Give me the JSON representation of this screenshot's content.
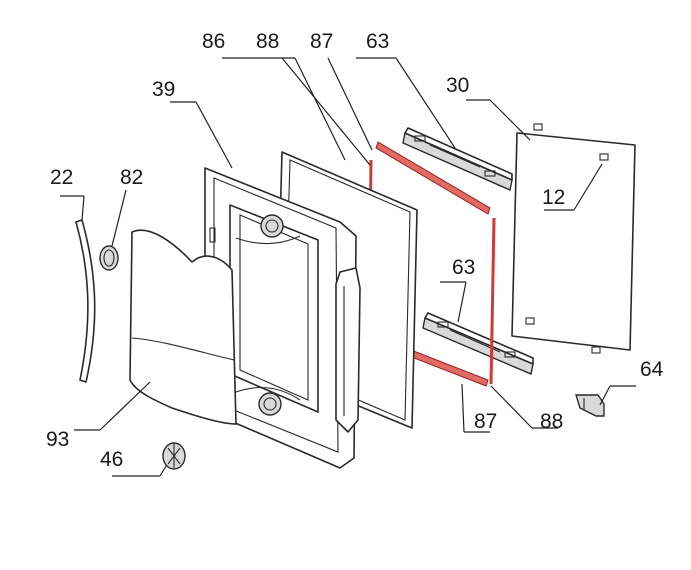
{
  "labels": {
    "p86": "86",
    "p88_top": "88",
    "p87_top": "87",
    "p63_top": "63",
    "p30": "30",
    "p39": "39",
    "p22": "22",
    "p82": "82",
    "p12": "12",
    "p63_mid": "63",
    "p64": "64",
    "p87_bottom": "87",
    "p88_bottom": "88",
    "p93": "93",
    "p46": "46"
  },
  "colors": {
    "gasket_red": "#e06a64",
    "line": "#2a2a2a"
  }
}
